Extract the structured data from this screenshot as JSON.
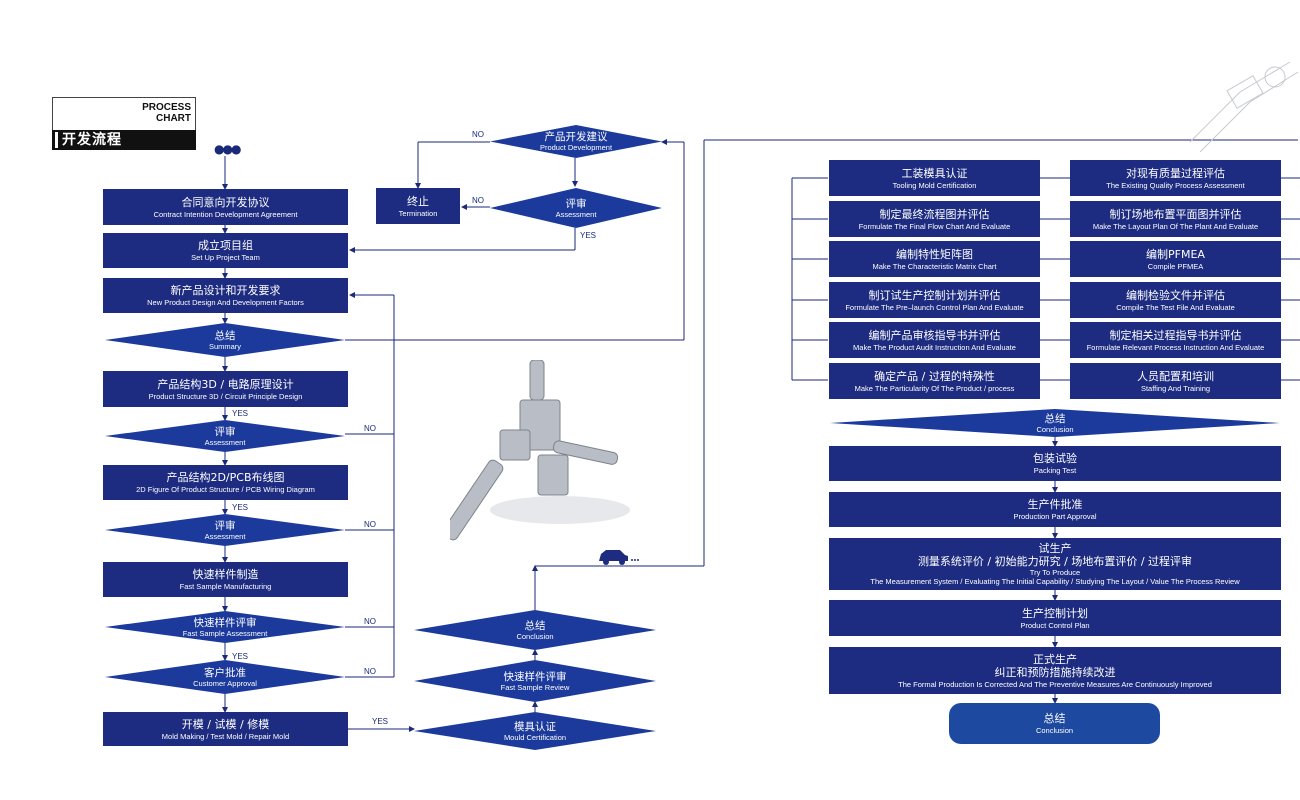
{
  "header": {
    "title_en": "PROCESS\nCHART",
    "title_cn": "开发流程"
  },
  "labels": {
    "yes": "YES",
    "no": "NO"
  },
  "left_column": {
    "contract": {
      "cn": "合同意向开发协议",
      "en": "Contract Intention Development Agreement"
    },
    "team": {
      "cn": "成立项目组",
      "en": "Set Up Project Team"
    },
    "design": {
      "cn": "新产品设计和开发要求",
      "en": "New Product Design And Development Factors"
    },
    "summary": {
      "cn": "总结",
      "en": "Summary"
    },
    "structure3d": {
      "cn": "产品结构3D / 电路原理设计",
      "en": "Product Structure 3D / Circuit Principle Design"
    },
    "assess1": {
      "cn": "评审",
      "en": "Assessment"
    },
    "structure2d": {
      "cn": "产品结构2D/PCB布线图",
      "en": "2D Figure Of Product Structure / PCB Wiring Diagram"
    },
    "assess2": {
      "cn": "评审",
      "en": "Assessment"
    },
    "fast_sample": {
      "cn": "快速样件制造",
      "en": "Fast Sample Manufacturing"
    },
    "fast_assess": {
      "cn": "快速样件评审",
      "en": "Fast Sample Assessment"
    },
    "customer": {
      "cn": "客户批准",
      "en": "Customer Approval"
    },
    "mold": {
      "cn": "开模 / 试模 / 修模",
      "en": "Mold Making / Test Mold / Repair Mold"
    }
  },
  "middle_column": {
    "dev_suggest": {
      "cn": "产品开发建议",
      "en": "Product Development"
    },
    "assess": {
      "cn": "评审",
      "en": "Assessment"
    },
    "termination": {
      "cn": "终止",
      "en": "Termination"
    },
    "conclusion": {
      "cn": "总结",
      "en": "Conclusion"
    },
    "fast_review": {
      "cn": "快速样件评审",
      "en": "Fast Sample Review"
    },
    "mould_cert": {
      "cn": "模具认证",
      "en": "Mould Certification"
    }
  },
  "right_column": {
    "left_items": [
      {
        "cn": "工装模具认证",
        "en": "Tooling Mold Certification"
      },
      {
        "cn": "制定最终流程图并评估",
        "en": "Formulate The Final Flow Chart And Evaluate"
      },
      {
        "cn": "编制特性矩阵图",
        "en": "Make The Characteristic Matrix Chart"
      },
      {
        "cn": "制订试生产控制计划并评估",
        "en": "Formulate The Pre–launch Control Plan And Evaluate"
      },
      {
        "cn": "编制产品审核指导书并评估",
        "en": "Make The Product Audit Instruction And Evaluate"
      },
      {
        "cn": "确定产品 / 过程的特殊性",
        "en": "Make The Particularity Of The Product / process"
      }
    ],
    "right_items": [
      {
        "cn": "对现有质量过程评估",
        "en": "The Existing Quality Process Assessment"
      },
      {
        "cn": "制订场地布置平面图并评估",
        "en": "Make The Layout Plan Of The Plant And Evaluate"
      },
      {
        "cn": "编制PFMEA",
        "en": "Compile PFMEA"
      },
      {
        "cn": "编制检验文件并评估",
        "en": "Compile The Test File And Evaluate"
      },
      {
        "cn": "制定相关过程指导书并评估",
        "en": "Formulate Relevant Process Instruction And Evaluate"
      },
      {
        "cn": "人员配置和培训",
        "en": "Staffing And Training"
      }
    ],
    "conclusion": {
      "cn": "总结",
      "en": "Conclusion"
    },
    "packing": {
      "cn": "包装试验",
      "en": "Packing Test"
    },
    "ppap": {
      "cn": "生产件批准",
      "en": "Production Part Approval"
    },
    "trial": {
      "cn1": "试生产",
      "cn2": "测量系统评价 / 初始能力研究 / 场地布置评价 / 过程评审",
      "en1": "Try To Produce",
      "en2": "The Measurement System / Evaluating The Initial Capability / Studying The Layout / Value The Process Review"
    },
    "control_plan": {
      "cn": "生产控制计划",
      "en": "Product Control Plan"
    },
    "formal": {
      "cn1": "正式生产",
      "cn2": "纠正和预防措施持续改进",
      "en": "The Formal Production Is Corrected And The Preventive Measures Are Continuously Improved"
    },
    "final": {
      "cn": "总结",
      "en": "Conclusion"
    }
  },
  "colors": {
    "box": "#1d2c80",
    "diamond": "#1b3a9c",
    "line": "#1a2a78"
  }
}
